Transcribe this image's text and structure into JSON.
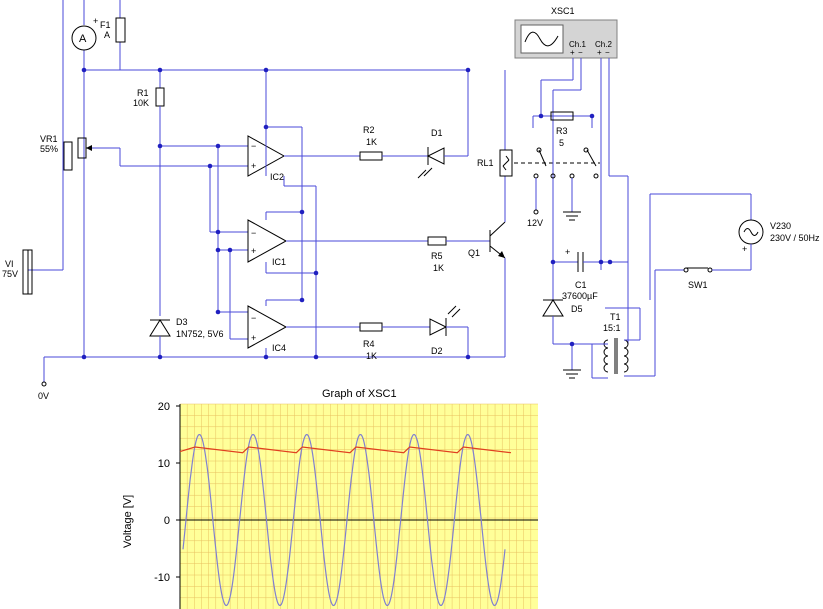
{
  "scope": {
    "title": "XSC1",
    "ch1": "Ch.1",
    "ch2": "Ch.2",
    "plus": "+",
    "minus": "−"
  },
  "labels": {
    "ammeter": "A",
    "fuse": "F1",
    "fuse_unit": "A",
    "r1_name": "R1",
    "r1_value": "10K",
    "vr1_name": "VR1",
    "vr1_value": "55%",
    "v1_name": "VI",
    "v1_value": "75V",
    "ic1": "IC1",
    "ic2": "IC2",
    "ic4": "IC4",
    "r2_name": "R2",
    "r2_value": "1K",
    "r4_name": "R4",
    "r4_value": "1K",
    "r5_name": "R5",
    "r5_value": "1K",
    "r3_name": "R3",
    "r3_value": "5",
    "d1": "D1",
    "d2": "D2",
    "d3_name": "D3",
    "d3_value": "1N752, 5V6",
    "d5": "D5",
    "q1": "Q1",
    "rl1": "RL1",
    "v12": "12V",
    "c1_name": "C1",
    "c1_value": "37600µF",
    "t1_name": "T1",
    "t1_ratio": "15:1",
    "sw1": "SW1",
    "v230_name": "V230",
    "v230_value": "230V / 50Hz",
    "ground0": "0V"
  },
  "chart_data": {
    "type": "line",
    "title": "Graph of XSC1",
    "ylabel": "Voltage [V]",
    "xlabel": "",
    "ylim": [
      -15,
      20
    ],
    "yticks": [
      20,
      10,
      0,
      -10
    ],
    "grid": true,
    "series": [
      {
        "name": "",
        "color": "#8080d0",
        "description": "sine wave, amplitude about 15 V, 6 cycles",
        "amplitude": 15,
        "cycles": 6
      },
      {
        "name": "",
        "color": "#e04020",
        "description": "sawtooth ripple between about 12 V and 13 V",
        "low": 11.8,
        "high": 12.8,
        "cycles": 6
      }
    ]
  }
}
